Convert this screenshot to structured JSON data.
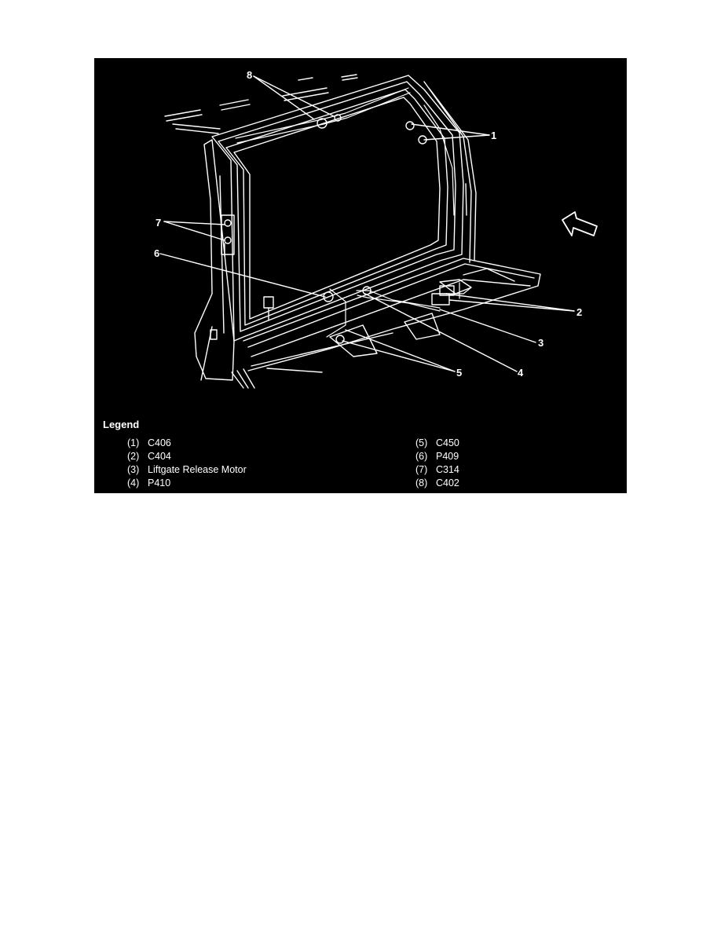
{
  "figure": {
    "callouts": [
      "1",
      "2",
      "3",
      "4",
      "5",
      "6",
      "7",
      "8"
    ],
    "arrow_icon": "direction-arrow-icon"
  },
  "legend": {
    "title": "Legend",
    "left": [
      {
        "num": "(1)",
        "label": "C406"
      },
      {
        "num": "(2)",
        "label": "C404"
      },
      {
        "num": "(3)",
        "label": "Liftgate Release Motor"
      },
      {
        "num": "(4)",
        "label": "P410"
      }
    ],
    "right": [
      {
        "num": "(5)",
        "label": "C450"
      },
      {
        "num": "(6)",
        "label": "P409"
      },
      {
        "num": "(7)",
        "label": "C314"
      },
      {
        "num": "(8)",
        "label": "C402"
      }
    ]
  },
  "colors": {
    "background": "#000000",
    "linework": "#ffffff",
    "page": "#ffffff"
  }
}
